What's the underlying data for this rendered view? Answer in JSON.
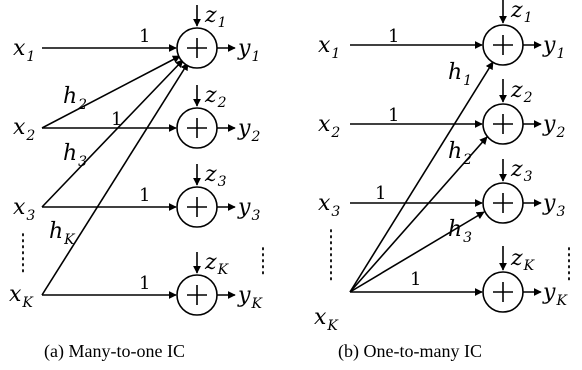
{
  "panel_a": {
    "inputs": [
      {
        "base": "x",
        "sub": "1"
      },
      {
        "base": "x",
        "sub": "2"
      },
      {
        "base": "x",
        "sub": "3"
      },
      {
        "base": "x",
        "sub": "K"
      }
    ],
    "outputs": [
      {
        "base": "y",
        "sub": "1"
      },
      {
        "base": "y",
        "sub": "2"
      },
      {
        "base": "y",
        "sub": "3"
      },
      {
        "base": "y",
        "sub": "K"
      }
    ],
    "noises": [
      {
        "base": "z",
        "sub": "1"
      },
      {
        "base": "z",
        "sub": "2"
      },
      {
        "base": "z",
        "sub": "3"
      },
      {
        "base": "z",
        "sub": "K"
      }
    ],
    "gains": [
      {
        "base": "h",
        "sub": "2"
      },
      {
        "base": "h",
        "sub": "3"
      },
      {
        "base": "h",
        "sub": "K"
      }
    ],
    "unit_gain": "1",
    "caption": "(a) Many-to-one IC"
  },
  "panel_b": {
    "inputs": [
      {
        "base": "x",
        "sub": "1"
      },
      {
        "base": "x",
        "sub": "2"
      },
      {
        "base": "x",
        "sub": "3"
      },
      {
        "base": "x",
        "sub": "K"
      }
    ],
    "outputs": [
      {
        "base": "y",
        "sub": "1"
      },
      {
        "base": "y",
        "sub": "2"
      },
      {
        "base": "y",
        "sub": "3"
      },
      {
        "base": "y",
        "sub": "K"
      }
    ],
    "noises": [
      {
        "base": "z",
        "sub": "1"
      },
      {
        "base": "z",
        "sub": "2"
      },
      {
        "base": "z",
        "sub": "3"
      },
      {
        "base": "z",
        "sub": "K"
      }
    ],
    "gains": [
      {
        "base": "h",
        "sub": "1"
      },
      {
        "base": "h",
        "sub": "2"
      },
      {
        "base": "h",
        "sub": "3"
      }
    ],
    "unit_gain": "1",
    "caption": "(b) One-to-many IC"
  }
}
